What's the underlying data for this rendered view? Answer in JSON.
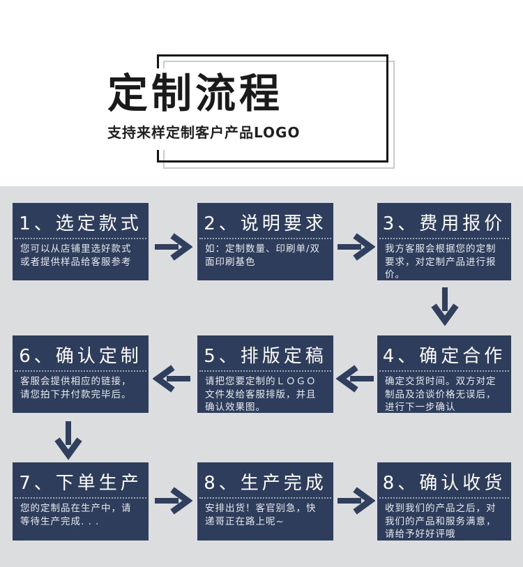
{
  "header": {
    "title": "定制流程",
    "subtitle": "支持来样定制客户产品LOGO"
  },
  "steps": [
    {
      "title": "1、选定款式",
      "body": "您可以从店铺里选好款式或者提供样品给客服参考"
    },
    {
      "title": "2、说明要求",
      "body": "如：定制数量、印刷单/双面印刷基色"
    },
    {
      "title": "3、费用报价",
      "body": "我方客服会根据您的定制要求，对定制产品进行报价。"
    },
    {
      "title": "4、确定合作",
      "body": "确定交货时间。双方对定制品及洽谈价格无误后，进行下一步确认"
    },
    {
      "title": "5、排版定稿",
      "body": "请把您要定制的ＬＯＧＯ文件发给客服排版，并且确认效果图。"
    },
    {
      "title": "6、确认定制",
      "body": "客服会提供相应的链接，请您拍下并付款完毕后。"
    },
    {
      "title": "7、下单生产",
      "body": "您的定制品在生产中，请等待生产完成. . ."
    },
    {
      "title": "8、生产完成",
      "body": "安排出货！客官别急，快递哥正在路上呢~"
    },
    {
      "title": "8、确认收货",
      "body": "收到我们的产品之后，对我们的产品和服务满意，请给予好好评哦"
    }
  ],
  "icons": {
    "arrow_right": "→",
    "arrow_left": "←",
    "arrow_down": "↓"
  },
  "colors": {
    "step_box": "#2e3d5c",
    "arrow": "#2f3f5d",
    "flow_background": "#dcddde",
    "header_background": "#ffffff",
    "frame_black": "#151515",
    "frame_gray": "#c5cbce",
    "title_text": "#1a1a1a",
    "step_text": "#ffffff"
  }
}
